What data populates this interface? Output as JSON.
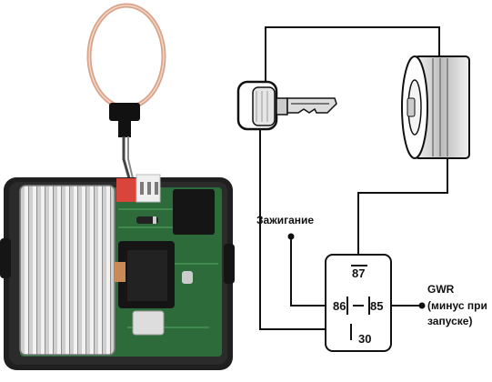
{
  "labels": {
    "ignition": "Зажигание",
    "gwr_line1": "GWR",
    "gwr_line2": "(минус при",
    "gwr_line3": "запуске)"
  },
  "relay": {
    "pins": {
      "p87": "87",
      "p86": "86",
      "p85": "85",
      "p30": "30"
    }
  },
  "colors": {
    "wire": "#111111",
    "pcb": "#2e6b3a",
    "case": "#1f1f1f",
    "antenna": "#d9a38a",
    "connector": "#d9453a"
  }
}
